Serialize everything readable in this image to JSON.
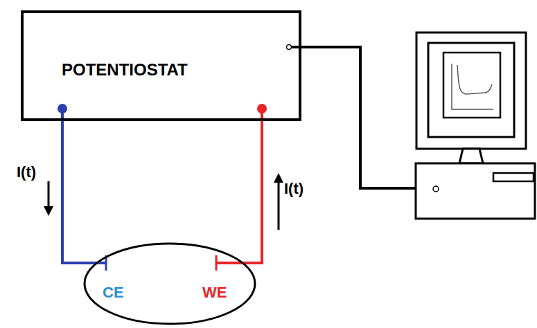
{
  "diagram": {
    "nodes": [
      {
        "text": [
          "POTENTIOSTAT"
        ]
      },
      {
        "text": [
          "CE",
          "WE"
        ]
      }
    ],
    "edges": [
      {
        "from": 0,
        "to": 1,
        "arrow": "none"
      },
      {
        "from": 1,
        "to": 0,
        "arrow": "none"
      }
    ],
    "labels": [
      "I(t)",
      "I(t)"
    ]
  }
}
